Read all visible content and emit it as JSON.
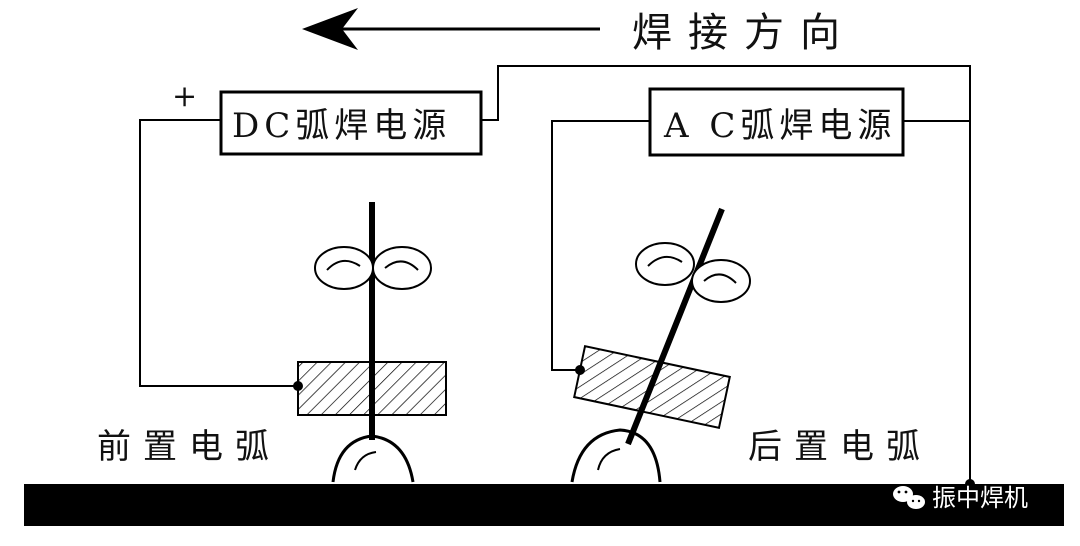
{
  "direction_label": "焊接方向",
  "dc_supply": {
    "label": "DC弧焊电源",
    "polarity": "+"
  },
  "ac_supply": {
    "label": "A C弧焊电源"
  },
  "front_arc_label": "前置电弧",
  "rear_arc_label": "后置电弧",
  "watermark": "振中焊机",
  "colors": {
    "ink": "#000000",
    "paper": "#ffffff"
  }
}
